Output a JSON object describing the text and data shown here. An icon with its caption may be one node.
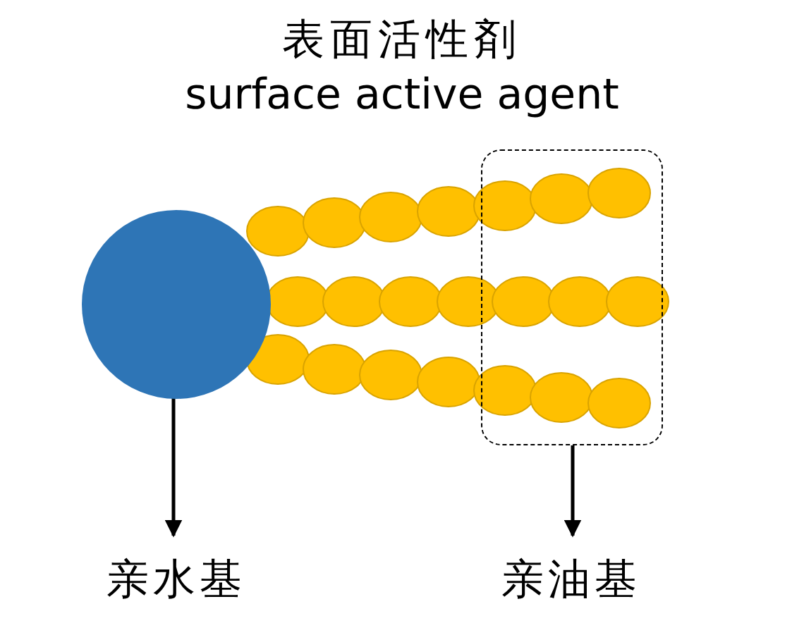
{
  "diagram": {
    "title": "表面活性剤",
    "nodes": [
      {
        "text": [],
        "shape": "circle"
      },
      {
        "text": [],
        "shape": "box"
      },
      {
        "text": [
          "亲水基"
        ]
      },
      {
        "text": [
          "亲油基"
        ]
      }
    ],
    "edges": [
      {
        "from": 0,
        "to": 2,
        "arrow": "to"
      },
      {
        "from": 1,
        "to": 3,
        "arrow": "to"
      }
    ],
    "labels": [
      "surface active agent"
    ]
  }
}
